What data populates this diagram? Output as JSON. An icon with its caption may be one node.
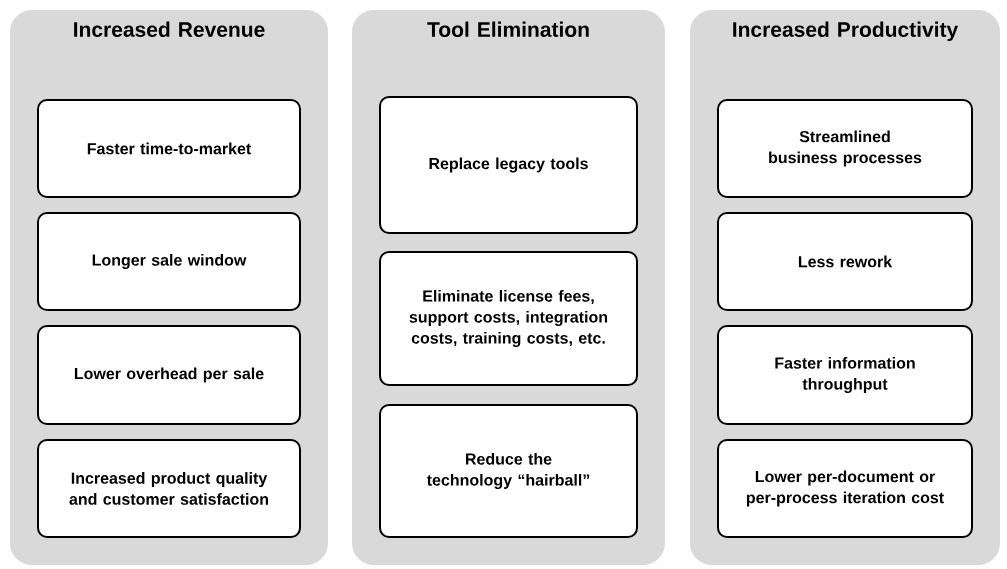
{
  "diagram": {
    "nodes": [
      {
        "text": [
          "Increased Revenue"
        ]
      },
      {
        "text": [
          "Faster time-to-market"
        ],
        "in": 0
      },
      {
        "text": [
          "Longer sale window"
        ],
        "in": 0
      },
      {
        "text": [
          "Lower overhead per sale"
        ],
        "in": 0
      },
      {
        "text": [
          "Increased product quality and customer satisfaction"
        ],
        "in": 0
      },
      {
        "text": [
          "Tool Elimination"
        ]
      },
      {
        "text": [
          "Replace legacy tools"
        ],
        "in": 5
      },
      {
        "text": [
          "Eliminate license fees, support costs, integration costs, training costs, etc."
        ],
        "in": 5
      },
      {
        "text": [
          "Reduce the technology “hairball”"
        ],
        "in": 5
      },
      {
        "text": [
          "Increased Productivity"
        ]
      },
      {
        "text": [
          "Streamlined business processes"
        ],
        "in": 9
      },
      {
        "text": [
          "Less rework"
        ],
        "in": 9
      },
      {
        "text": [
          "Faster information throughput"
        ],
        "in": 9
      },
      {
        "text": [
          "Lower per-document or per-process iteration cost"
        ],
        "in": 9
      }
    ]
  }
}
